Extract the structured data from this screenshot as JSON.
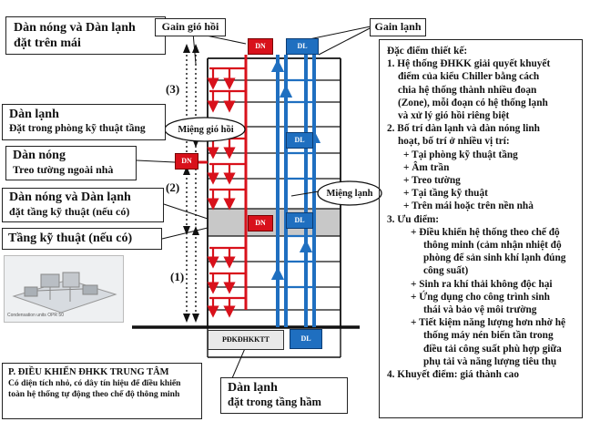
{
  "labels": {
    "outdoor_indoor_roof_1": "Dàn nóng và Dàn lạnh",
    "outdoor_indoor_roof_2": "đặt trên mái",
    "return_air_gain": "Gain gió hồi",
    "cold_gain": "Gain lạnh",
    "indoor_tech_room_1": "Dàn lạnh",
    "indoor_tech_room_2": "Đặt trong phòng kỹ thuật tầng",
    "return_air_mouth": "Miệng gió hồi",
    "outdoor_wall_1": "Dàn nóng",
    "outdoor_wall_2": "Treo tường ngoài nhà",
    "outdoor_indoor_tech_floor_1": "Dàn nóng và Dàn lạnh",
    "outdoor_indoor_tech_floor_2": "đặt tầng kỹ thuật (nếu có)",
    "tech_floor": "Tầng kỹ thuật (nếu có)",
    "cold_mouth": "Miệng lạnh",
    "zone_3": "(3)",
    "zone_2": "(2)",
    "zone_1": "(1)",
    "unit_dn": "DN",
    "unit_dl": "DL",
    "control_room": "PĐKĐHKKTT",
    "control_center_title": "P. ĐIỀU KHIỂN ĐHKK TRUNG TÂM",
    "control_center_desc": "Có diện tích nhỏ, có dây tín hiệu để điều khiển toàn hệ thống tự động theo chế độ thông minh",
    "basement_indoor_1": "Dàn lạnh",
    "basement_indoor_2": "đặt trong tầng hầm",
    "photo_caption": "Condensation units OPR 50"
  },
  "spec": {
    "heading": "Đặc điểm thiết kế:",
    "p1": "1. Hệ thống ĐHKK giải quyết khuyết",
    "p1b": "điểm của kiểu Chiller bằng cách",
    "p1c": "chia hệ thống thành nhiều đoạn",
    "p1d": "(Zone), mỗi đoạn có hệ thống lạnh",
    "p1e": "và xử lý gió hồi riêng biệt",
    "p2": "2. Bố trí dàn lạnh và dàn nóng linh",
    "p2b": "hoạt, bố trí ở nhiều vị trí:",
    "p2_items": [
      "+ Tại phòng kỹ thuật tầng",
      "+ Âm trần",
      "+ Treo tường",
      "+ Tại tầng kỹ thuật",
      "+ Trên mái hoặc trên nền nhà"
    ],
    "p3": "3. Ưu điểm:",
    "a1": "+ Điều khiển hệ thống theo chế độ",
    "a1b": "thông minh (cảm nhận nhiệt độ",
    "a1c": "phòng để sản sinh khí lạnh đúng",
    "a1d": "công suất)",
    "a2": "+ Sinh ra khí thải không độc hại",
    "a3": "+ Ứng dụng cho công trình sinh",
    "a3b": "thái và bảo vệ môi trường",
    "a4": "+ Tiết kiệm năng lượng hơn nhờ hệ",
    "a4b": "thống máy nén biến tần trong",
    "a4c": "điều tải công suất phù hợp giữa",
    "a4d": "phụ tải và năng lượng tiêu thụ",
    "p4": "4. Khuyết điểm: giá thành cao"
  },
  "colors": {
    "hot": "#d8111b",
    "cold": "#1f6fc0",
    "tech_floor": "#c8c8c8"
  }
}
